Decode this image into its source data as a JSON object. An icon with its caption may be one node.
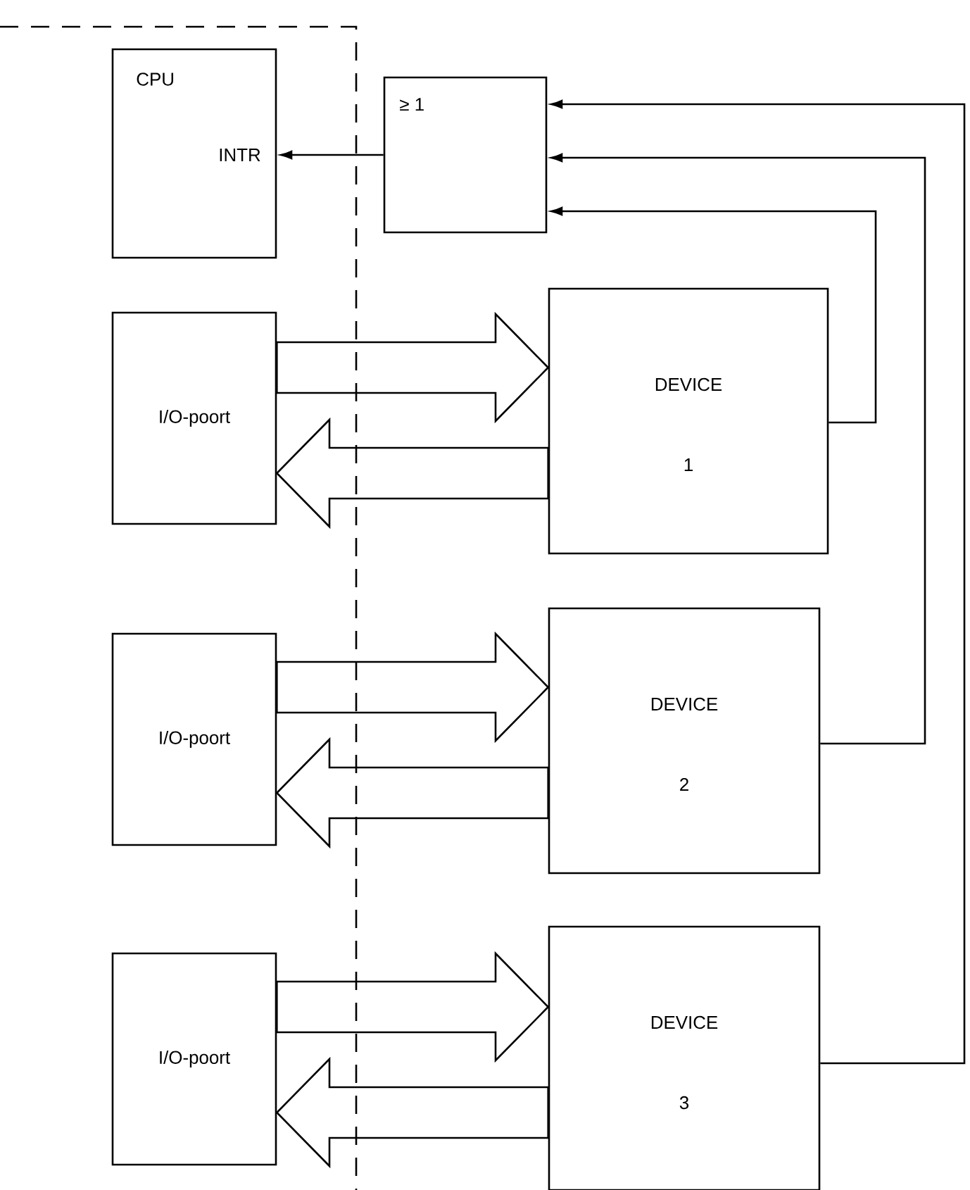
{
  "diagram": {
    "nodes": [
      {
        "text": [
          "CPU",
          "INTR"
        ]
      },
      {
        "text": [
          "≥ 1"
        ]
      },
      {
        "text": [
          "I/O-poort"
        ]
      },
      {
        "text": [
          "DEVICE",
          "1"
        ]
      },
      {
        "text": [
          "I/O-poort"
        ]
      },
      {
        "text": [
          "DEVICE",
          "2"
        ]
      },
      {
        "text": [
          "I/O-poort"
        ]
      },
      {
        "text": [
          "DEVICE",
          "3"
        ]
      }
    ],
    "edges": [
      {
        "from": 1,
        "to": 0,
        "arrow": "to"
      },
      {
        "from": 2,
        "to": 3,
        "arrow": "to",
        "style": "thick"
      },
      {
        "from": 3,
        "to": 2,
        "arrow": "to",
        "style": "thick"
      },
      {
        "from": 4,
        "to": 5,
        "arrow": "to",
        "style": "thick"
      },
      {
        "from": 5,
        "to": 4,
        "arrow": "to",
        "style": "thick"
      },
      {
        "from": 6,
        "to": 7,
        "arrow": "to",
        "style": "thick"
      },
      {
        "from": 7,
        "to": 6,
        "arrow": "to",
        "style": "thick"
      },
      {
        "from": 3,
        "to": 1,
        "arrow": "to"
      },
      {
        "from": 5,
        "to": 1,
        "arrow": "to"
      },
      {
        "from": 7,
        "to": 1,
        "arrow": "to"
      }
    ]
  }
}
